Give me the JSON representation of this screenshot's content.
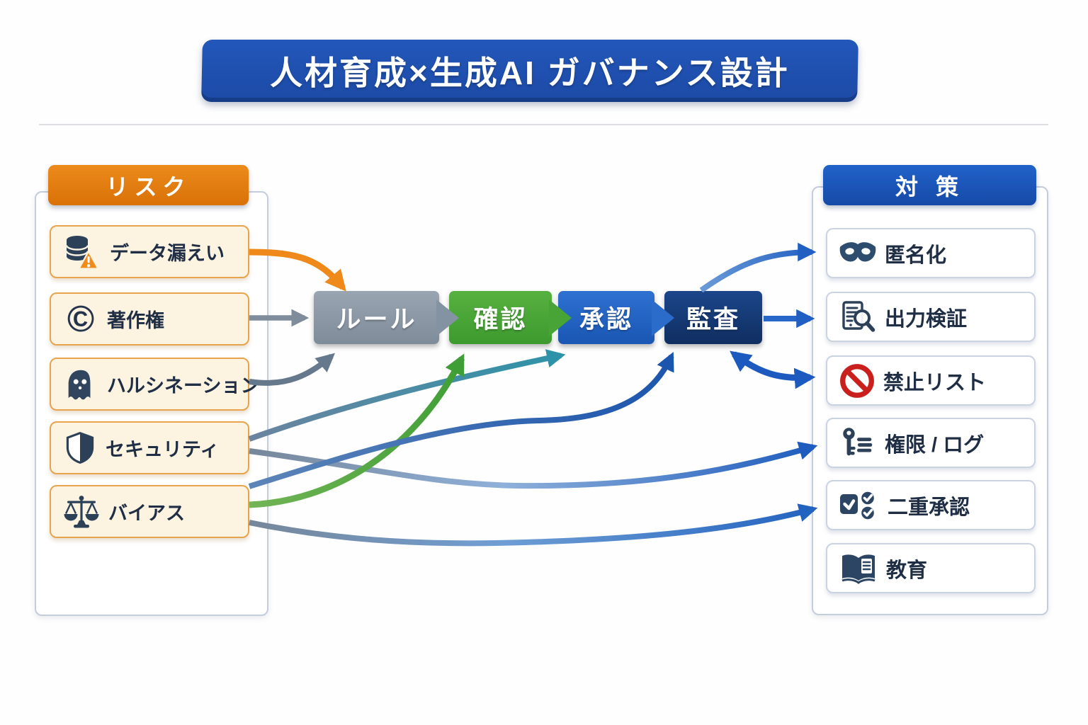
{
  "title": {
    "text": "人材育成×生成AI ガバナンス設計"
  },
  "risk_panel": {
    "header": "リスク",
    "items": [
      {
        "label": "データ漏えい",
        "icon": "database-warning"
      },
      {
        "label": "著作権",
        "icon": "copyright"
      },
      {
        "label": "ハルシネーション",
        "icon": "ghost"
      },
      {
        "label": "セキュリティ",
        "icon": "shield"
      },
      {
        "label": "バイアス",
        "icon": "scales"
      }
    ]
  },
  "flow": {
    "steps": [
      {
        "label": "ルール",
        "color": "#8b97a4"
      },
      {
        "label": "確認",
        "color": "#49a338"
      },
      {
        "label": "承認",
        "color": "#2367c9"
      },
      {
        "label": "監査",
        "color": "#16396f"
      }
    ]
  },
  "measures_panel": {
    "header": "対 策",
    "items": [
      {
        "label": "匿名化",
        "icon": "mask"
      },
      {
        "label": "出力検証",
        "icon": "document-magnifier"
      },
      {
        "label": "禁止リスト",
        "icon": "prohibition"
      },
      {
        "label": "権限 / ログ",
        "icon": "key-log"
      },
      {
        "label": "二重承認",
        "icon": "double-check"
      },
      {
        "label": "教育",
        "icon": "book"
      }
    ]
  },
  "connections": [
    {
      "from": "データ漏えい",
      "to": "ルール",
      "color": "#ef8a1a"
    },
    {
      "from": "著作権",
      "to": "ルール",
      "color": "#7e8c9b"
    },
    {
      "from": "ハルシネーション",
      "to": "ルール",
      "color": "#66788c"
    },
    {
      "from": "セキュリティ",
      "to": "承認",
      "color": "#2e93a8"
    },
    {
      "from": "セキュリティ",
      "to": "権限 / ログ",
      "color": "#1e5cbe"
    },
    {
      "from": "バイアス",
      "to": "確認",
      "color": "#3f9e35"
    },
    {
      "from": "バイアス",
      "to": "監査",
      "color": "#1c55ae"
    },
    {
      "from": "バイアス",
      "to": "二重承認",
      "color": "#2263c0"
    },
    {
      "from": "監査",
      "to": "匿名化",
      "color": "#2160c2"
    },
    {
      "from": "監査",
      "to": "出力検証",
      "color": "#2767c8"
    },
    {
      "from": "監査",
      "to": "禁止リスト",
      "color": "#1d5abf",
      "bidirectional": true
    }
  ],
  "colors": {
    "title_bg": "#1e4fae",
    "risk_header_bg": "#e07a10",
    "measures_header_bg": "#1b57c0",
    "risk_item_bg": "#fdf3e1",
    "risk_item_border": "#e7a44d",
    "measure_item_border": "#c9d3e2",
    "icon_navy": "#2c4058",
    "prohibition_red": "#c9201d"
  }
}
